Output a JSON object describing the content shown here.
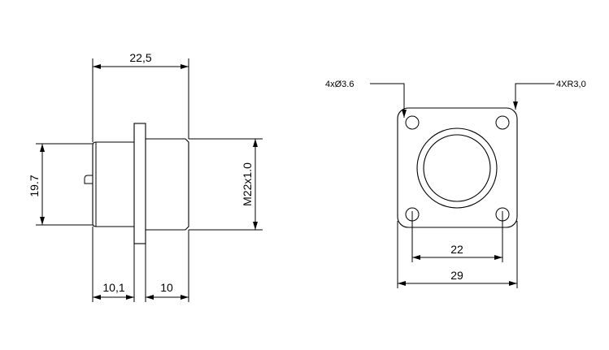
{
  "side_view": {
    "overall_length": "22,5",
    "body_diameter": "19.7",
    "thread": "M22x1.0",
    "rear_length": "10,1",
    "front_length": "10"
  },
  "front_view": {
    "hole_note": "4xØ3.6",
    "radius_note": "4XR3,0",
    "hole_spacing": "22",
    "flange_width": "29"
  }
}
